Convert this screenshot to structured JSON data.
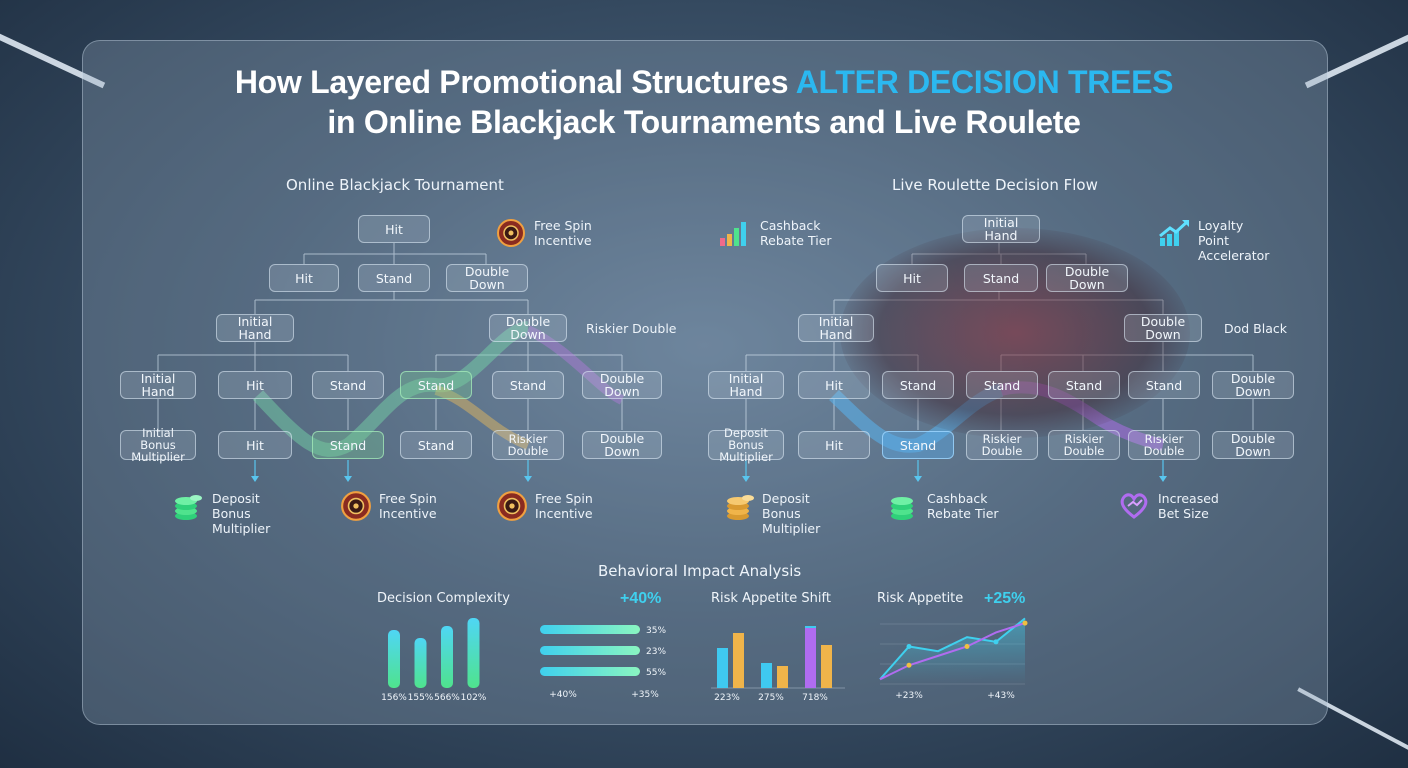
{
  "title": {
    "line1_part1": "How Layered Promotional Structures",
    "line1_accent": "ALTER DECISION TREES",
    "line2": "in Online Blackjack Tournaments and Live Roulete"
  },
  "colors": {
    "accent": "#2bb8f0",
    "green": "#4fe38d",
    "gold": "#f0b44a",
    "purple": "#b06cf0",
    "cyan": "#3fd0ee"
  },
  "blackjack": {
    "heading": "Online Blackjack Tournament",
    "root": "Hit",
    "level2": [
      "Hit",
      "Stand",
      "Double Down"
    ],
    "level3": [
      "Initial Hand",
      "Double Down"
    ],
    "level3_note": "Riskier Double",
    "level4": [
      "Initial Hand",
      "Hit",
      "Stand",
      "Stand",
      "Stand",
      "Double Down"
    ],
    "level5": [
      "Initial Bonus Multiplier",
      "Hit",
      "Stand",
      "Stand",
      "Riskier Double",
      "Double Down"
    ],
    "top_incentive": {
      "label": "Free Spin Incentive",
      "icon": "roulette-wheel-icon"
    },
    "incentives": [
      {
        "label": "Deposit Bonus Multiplier",
        "icon": "coin-stack-icon"
      },
      {
        "label": "Free Spin Incentive",
        "icon": "roulette-wheel-icon"
      },
      {
        "label": "Free Spin Incentive",
        "icon": "roulette-wheel-icon"
      }
    ]
  },
  "roulette": {
    "heading": "Live Roulette Decision Flow",
    "root": "Initial Hand",
    "level2": [
      "Hit",
      "Stand",
      "Double Down"
    ],
    "level3": [
      "Initial Hand",
      "Double Down"
    ],
    "level3_note": "Dod Black",
    "level4": [
      "Initial Hand",
      "Hit",
      "Stand",
      "Stand",
      "Stand",
      "Stand",
      "Double Down"
    ],
    "level5": [
      "Deposit Bonus Multiplier",
      "Hit",
      "Stand",
      "Riskier Double",
      "Riskier Double",
      "Riskier Double",
      "Double Down"
    ],
    "top_left": {
      "label": "Cashback Rebate Tier",
      "icon": "bar-chart-icon"
    },
    "top_right": {
      "label": "Loyalty Point Accelerator",
      "icon": "trend-up-icon"
    },
    "incentives": [
      {
        "label": "Deposit Bonus Multiplier",
        "icon": "coin-stack-icon"
      },
      {
        "label": "Cashback Rebate Tier",
        "icon": "coin-stack-icon"
      },
      {
        "label": "Increased Bet Size",
        "icon": "heart-chip-icon"
      }
    ]
  },
  "analysis": {
    "heading": "Behavioral Impact Analysis",
    "chart1_title": "Decision Complexity",
    "chart1_pct": "+40%",
    "chart3_title": "Risk Appetite Shift",
    "chart4_title": "Risk Appetite",
    "chart4_pct": "+25%"
  },
  "chart_data": [
    {
      "type": "bar",
      "title": "Decision Complexity",
      "categories": [
        "156%",
        "155%",
        "566%",
        "102%"
      ],
      "values": [
        58,
        50,
        62,
        70
      ],
      "ylim": [
        0,
        80
      ]
    },
    {
      "type": "bar",
      "orientation": "horizontal",
      "categories": [
        "35%",
        "23%",
        "55%"
      ],
      "values": [
        100,
        100,
        100
      ],
      "xlim": [
        0,
        100
      ],
      "xtick_labels": [
        "+40%",
        "+35%"
      ]
    },
    {
      "type": "bar",
      "title": "Risk Appetite Shift",
      "categories": [
        "223%",
        "275%",
        "718%"
      ],
      "series": [
        {
          "values": [
            40,
            25,
            62
          ],
          "color": "#3fc9f0"
        },
        {
          "values": [
            55,
            22,
            43
          ],
          "color": "#f0b44a"
        }
      ],
      "extra_bar": {
        "value": 60,
        "color": "#b06cf0"
      },
      "ylim": [
        0,
        70
      ]
    },
    {
      "type": "line",
      "title": "Risk Appetite",
      "x": [
        0,
        1,
        2,
        3,
        4,
        5
      ],
      "series": [
        {
          "values": [
            5,
            40,
            35,
            50,
            45,
            70
          ],
          "color": "#3fd0ee"
        },
        {
          "values": [
            5,
            20,
            30,
            40,
            55,
            65
          ],
          "color": "#b06cf0"
        }
      ],
      "xtick_labels": [
        "+23%",
        "+43%"
      ],
      "ylim": [
        0,
        80
      ]
    }
  ]
}
